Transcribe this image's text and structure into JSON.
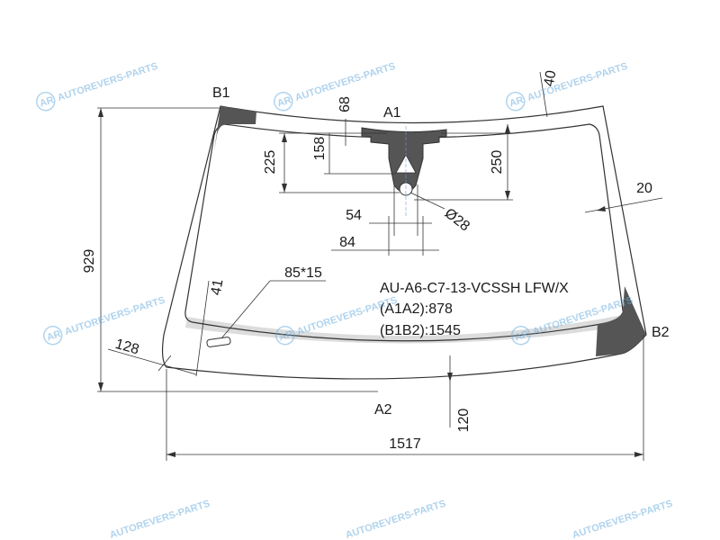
{
  "points": {
    "b1": "B1",
    "a1": "A1",
    "a2": "A2",
    "b2": "B2"
  },
  "dimensions": {
    "overall_width": "1517",
    "overall_height": "929",
    "edge_left": "128",
    "edge_bottom": "120",
    "top_band": "40",
    "side_band": "20",
    "mount_68": "68",
    "mount_158": "158",
    "mount_225": "225",
    "mount_250": "250",
    "width_54": "54",
    "width_84": "84",
    "diameter": "Ø28",
    "slot_size": "85*15",
    "slot_offset": "41"
  },
  "spec": {
    "code": "AU-A6-C7-13-VCSSH LFW/X",
    "a1a2": "(A1A2):878",
    "b1b2": "(B1B2):1545"
  },
  "watermark": {
    "text": "AUTOREVERS-PARTS",
    "logo": "AR"
  },
  "colors": {
    "line": "#333333",
    "frit": "#555555",
    "watermark": "#6fb0e0",
    "band": "#dcdcdc"
  }
}
